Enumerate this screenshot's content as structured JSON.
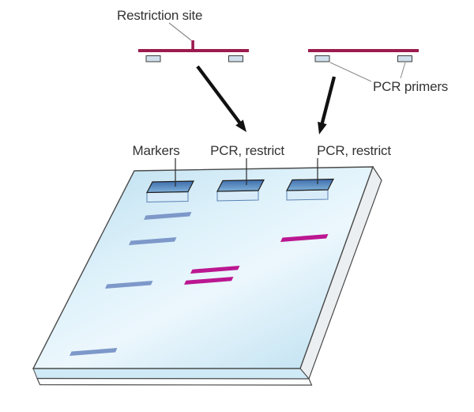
{
  "labels": {
    "restriction_site": "Restriction site",
    "pcr_primers": "PCR primers",
    "lane1": "Markers",
    "lane2": "PCR, restrict",
    "lane3": "PCR, restrict"
  },
  "fragments": {
    "left": {
      "has_restriction_site": true,
      "primer_count": 2
    },
    "right": {
      "has_restriction_site": false,
      "primer_count": 2
    }
  },
  "gel": {
    "well_count": 3,
    "lanes": [
      {
        "label": "Markers",
        "band_color_name": "blue",
        "band_count": 4
      },
      {
        "label": "PCR, restrict",
        "band_color_name": "magenta",
        "band_count": 2
      },
      {
        "label": "PCR, restrict",
        "band_color_name": "magenta",
        "band_count": 1
      }
    ]
  },
  "colors": {
    "dna_fragment": "#9b1b4e",
    "restriction_tick": "#9b1b4e",
    "primer_fill": "#cfdfec",
    "primer_stroke": "#3f3f3f",
    "marker_band": "#7d98c9",
    "pcr_band": "#bb1791",
    "arrow": "#111111",
    "leader": "#8a8a8a",
    "lane_leader": "#2b2b2b",
    "text": "#333333",
    "gel_outline": "#4a4a4a"
  }
}
